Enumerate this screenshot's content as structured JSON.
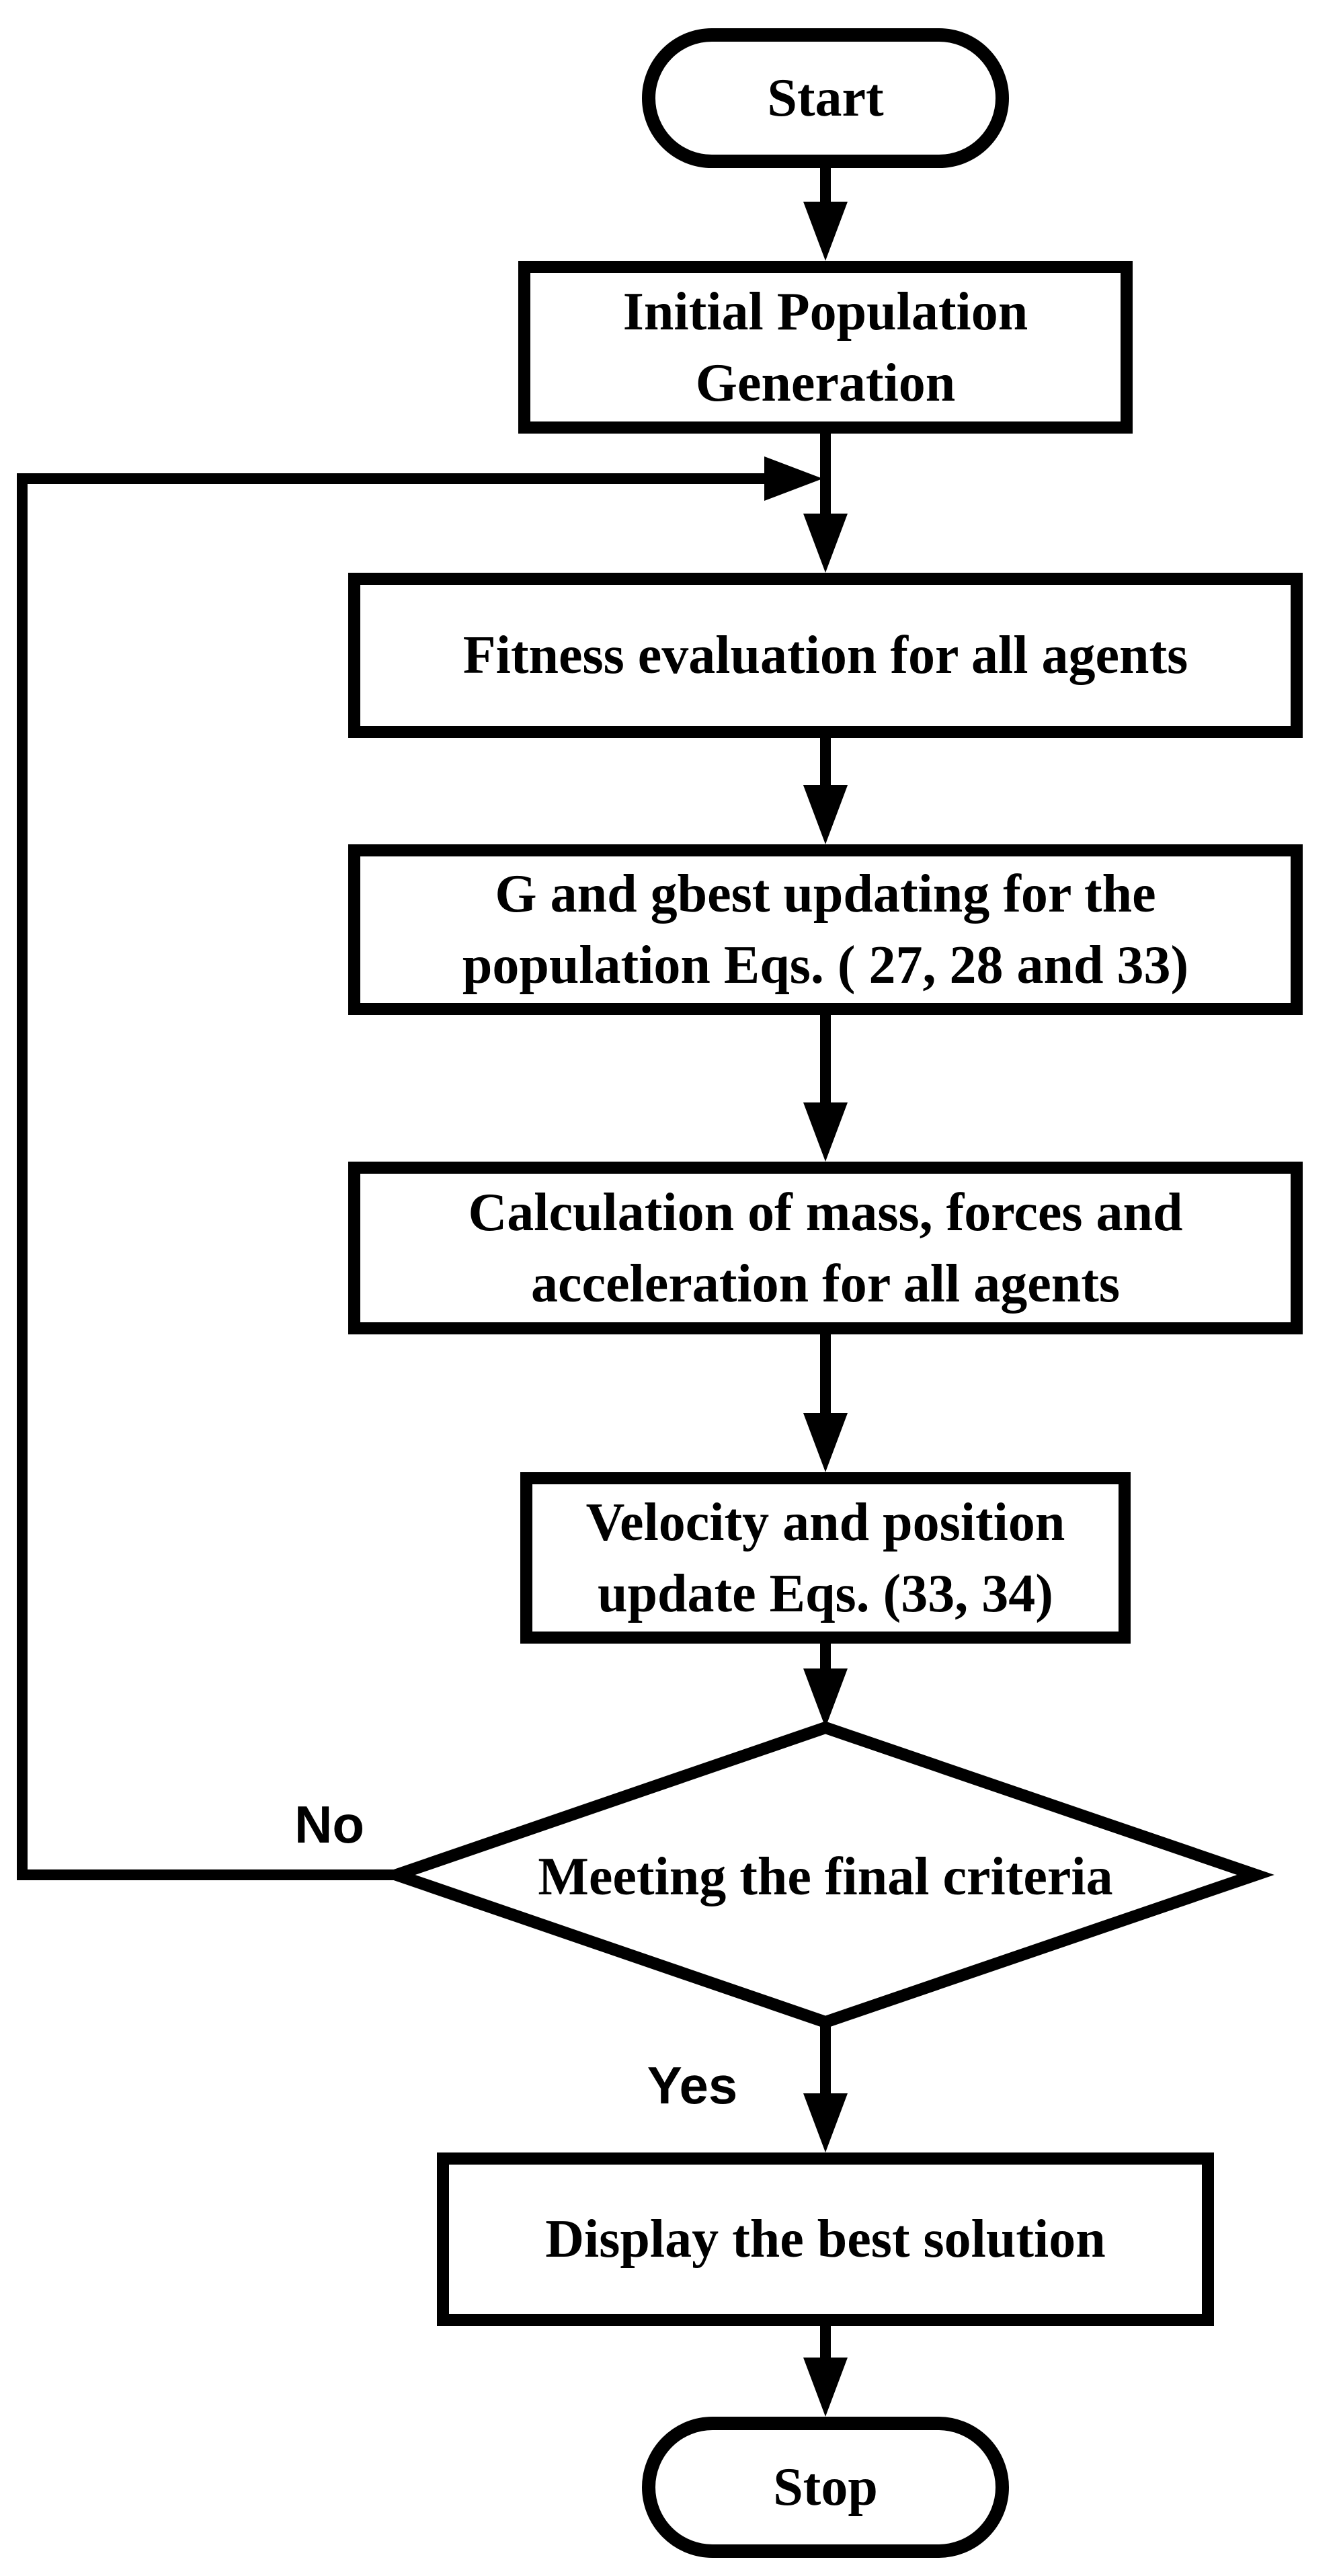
{
  "flowchart": {
    "nodes": {
      "start": {
        "label": "Start"
      },
      "initial": {
        "lines": [
          "Initial Population",
          "Generation"
        ]
      },
      "fitness": {
        "lines": [
          "Fitness evaluation for all agents"
        ]
      },
      "gbest": {
        "lines": [
          "G and gbest updating for the",
          "population Eqs. ( 27, 28 and 33)"
        ]
      },
      "calculation": {
        "lines": [
          "Calculation of mass, forces and",
          "acceleration for all agents"
        ]
      },
      "velocity": {
        "lines": [
          "Velocity and position",
          "update Eqs. (33, 34)"
        ]
      },
      "decision": {
        "label": "Meeting the final criteria"
      },
      "display": {
        "lines": [
          "Display the best solution"
        ]
      },
      "stop": {
        "label": "Stop"
      }
    },
    "branch_labels": {
      "no": "No",
      "yes": "Yes"
    },
    "colors": {
      "line": "#000000",
      "background": "#ffffff",
      "text": "#000000"
    }
  }
}
